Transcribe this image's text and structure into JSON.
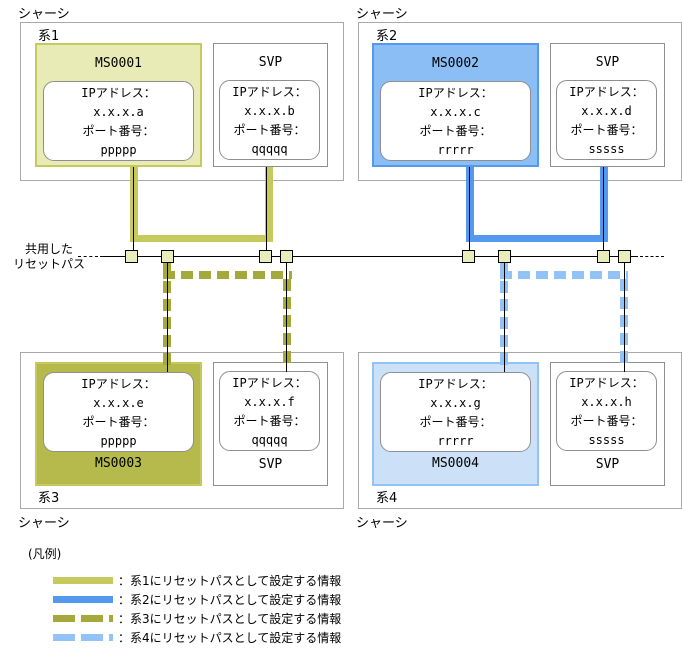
{
  "colors": {
    "k1_line": "#c6c95c",
    "k2_line": "#5599ee",
    "k3_line": "#a5a93a",
    "k4_line": "#92c2f6",
    "ms1_fill": "#e9ebb7",
    "ms2_fill": "#8abef5",
    "ms3_fill": "#b6ba4c",
    "ms4_fill": "#cce0f8",
    "node_fill": "#e9ecbb"
  },
  "chassis": [
    {
      "chassis_label": "シャーシ",
      "system_label": "系1",
      "ms": {
        "title": "MS0001",
        "lines": [
          "IPアドレス：",
          "x.x.x.a",
          "ポート番号：",
          "ppppp"
        ]
      },
      "svp": {
        "title": "SVP",
        "lines": [
          "IPアドレス：",
          "x.x.x.b",
          "ポート番号：",
          "qqqqq"
        ]
      }
    },
    {
      "chassis_label": "シャーシ",
      "system_label": "系2",
      "ms": {
        "title": "MS0002",
        "lines": [
          "IPアドレス：",
          "x.x.x.c",
          "ポート番号：",
          "rrrrr"
        ]
      },
      "svp": {
        "title": "SVP",
        "lines": [
          "IPアドレス：",
          "x.x.x.d",
          "ポート番号：",
          "sssss"
        ]
      }
    },
    {
      "chassis_label": "シャーシ",
      "system_label": "系3",
      "ms": {
        "title": "MS0003",
        "lines": [
          "IPアドレス：",
          "x.x.x.e",
          "ポート番号：",
          "ppppp"
        ]
      },
      "svp": {
        "title": "SVP",
        "lines": [
          "IPアドレス：",
          "x.x.x.f",
          "ポート番号：",
          "qqqqq"
        ]
      }
    },
    {
      "chassis_label": "シャーシ",
      "system_label": "系4",
      "ms": {
        "title": "MS0004",
        "lines": [
          "IPアドレス：",
          "x.x.x.g",
          "ポート番号：",
          "rrrrr"
        ]
      },
      "svp": {
        "title": "SVP",
        "lines": [
          "IPアドレス：",
          "x.x.x.h",
          "ポート番号：",
          "sssss"
        ]
      }
    }
  ],
  "bus": {
    "label_line1": "共用した",
    "label_line2": "リセットパス"
  },
  "legend": {
    "title": "(凡例)",
    "items": [
      {
        "label": "：系1にリセットパスとして設定する情報",
        "color": "#c6c95c",
        "style": "solid"
      },
      {
        "label": "：系2にリセットパスとして設定する情報",
        "color": "#5599ee",
        "style": "solid"
      },
      {
        "label": "：系3にリセットパスとして設定する情報",
        "color": "#a5a93a",
        "style": "dashed"
      },
      {
        "label": "：系4にリセットパスとして設定する情報",
        "color": "#92c2f6",
        "style": "dashed"
      }
    ]
  }
}
